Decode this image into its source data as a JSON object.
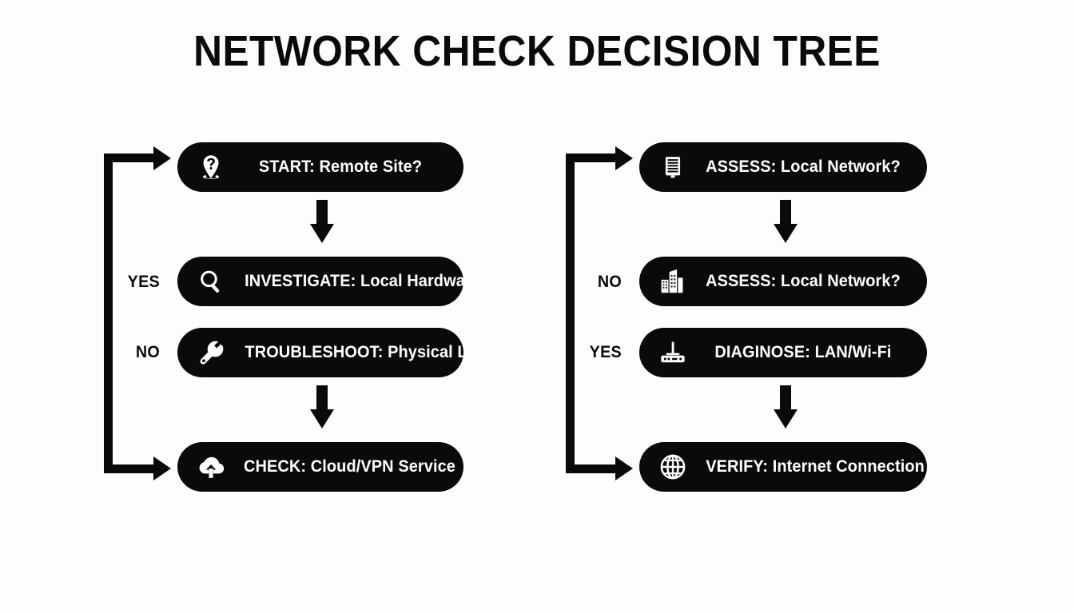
{
  "title": "NETWORK CHECK DECISION TREE",
  "theme": {
    "background": "#fcfdfe",
    "node_fill": "#0a0a0a",
    "node_text": "#ffffff",
    "connector": "#0a0a0a"
  },
  "diagram": {
    "type": "flowchart",
    "orientation": "two-column-vertical",
    "columns": [
      {
        "id": "left",
        "branch_labels": {
          "upper": "YES",
          "lower": "NO"
        },
        "nodes": [
          {
            "id": "start-remote-site",
            "label": "START: Remote Site?",
            "icon": "map-pin-question-icon"
          },
          {
            "id": "investigate-hardware",
            "label": "INVESTIGATE: Local Hardware?",
            "icon": "magnifier-icon"
          },
          {
            "id": "troubleshoot-physical",
            "label": "TROUBLESHOOT: Physical Layer",
            "icon": "wrench-icon"
          },
          {
            "id": "check-cloud-vpn",
            "label": "CHECK: Cloud/VPN Service",
            "icon": "cloud-upload-icon"
          }
        ],
        "connections": [
          {
            "from": "start-remote-site",
            "to": "investigate-hardware",
            "style": "down-arrow"
          },
          {
            "from": "troubleshoot-physical",
            "to": "check-cloud-vpn",
            "style": "down-arrow"
          },
          {
            "from": "check-cloud-vpn",
            "to": "start-remote-site",
            "style": "loop-back-bracket"
          }
        ]
      },
      {
        "id": "right",
        "branch_labels": {
          "upper": "NO",
          "lower": "YES"
        },
        "nodes": [
          {
            "id": "assess-local-network-1",
            "label": "ASSESS: Local Network?",
            "icon": "server-rack-icon"
          },
          {
            "id": "assess-local-network-2",
            "label": "ASSESS: Local Network?",
            "icon": "buildings-icon"
          },
          {
            "id": "diaginose-lan-wifi",
            "label": "DIAGINOSE: LAN/Wi-Fi",
            "icon": "router-icon"
          },
          {
            "id": "verify-internet",
            "label": "VERIFY: Internet Connection",
            "icon": "globe-icon"
          }
        ],
        "connections": [
          {
            "from": "assess-local-network-1",
            "to": "assess-local-network-2",
            "style": "down-arrow"
          },
          {
            "from": "diaginose-lan-wifi",
            "to": "verify-internet",
            "style": "down-arrow"
          },
          {
            "from": "verify-internet",
            "to": "assess-local-network-1",
            "style": "loop-back-bracket"
          }
        ]
      }
    ]
  }
}
